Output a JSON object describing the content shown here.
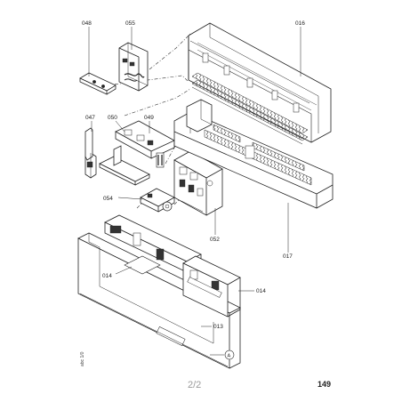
{
  "labels": {
    "p048": "048",
    "p055": "055",
    "p016": "016",
    "p047": "047",
    "p050": "050",
    "p049": "049",
    "p054": "054",
    "p052": "052",
    "p017": "017",
    "p014a": "014",
    "p014b": "014",
    "p013": "013",
    "callout_a": "A"
  },
  "side_code": "abc 1/0",
  "footer": {
    "page_indicator": "2/2",
    "page_number": "149"
  }
}
